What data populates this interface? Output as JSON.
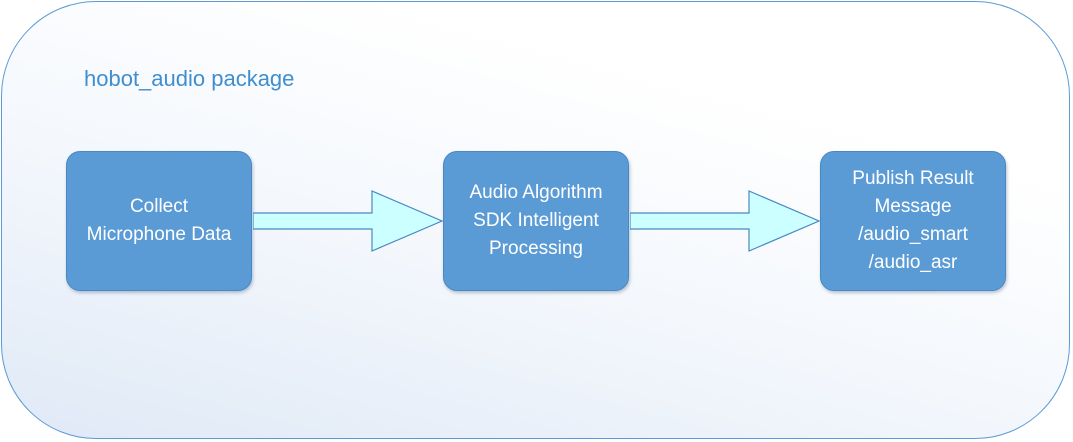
{
  "diagram": {
    "package_label": "hobot_audio package",
    "boxes": [
      {
        "lines": [
          "Collect",
          "Microphone Data"
        ]
      },
      {
        "lines": [
          "Audio Algorithm",
          "SDK Intelligent",
          "Processing"
        ]
      },
      {
        "lines": [
          "Publish Result",
          "Message",
          "/audio_smart",
          "/audio_asr"
        ]
      }
    ],
    "colors": {
      "box_fill": "#5b9bd5",
      "box_text": "#ffffff",
      "border": "#5b9bd5",
      "label": "#3f8ecf",
      "arrow_fill": "#ccffff",
      "arrow_stroke": "#4a88c2"
    },
    "edges": [
      {
        "from": 0,
        "to": 1
      },
      {
        "from": 1,
        "to": 2
      }
    ]
  }
}
